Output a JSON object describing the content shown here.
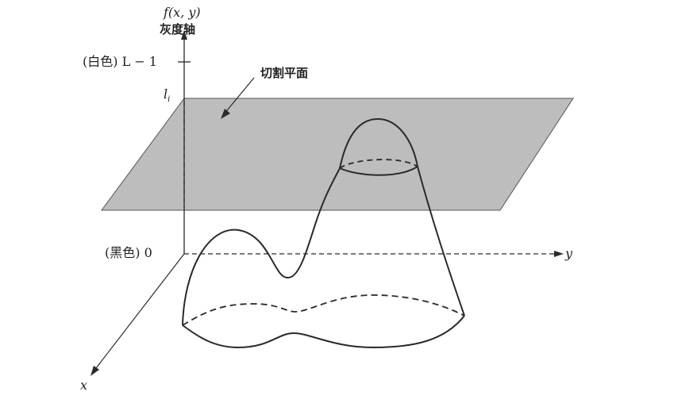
{
  "axis": {
    "vertical_label": "f(x, y)",
    "vertical_caption": "灰度轴",
    "y_label": "y",
    "x_label": "x"
  },
  "levels": {
    "white_marker": "(白色) L − 1",
    "threshold_marker": "l",
    "threshold_subscript": "i",
    "black_marker": "(黑色) 0"
  },
  "plane": {
    "label": "切割平面"
  },
  "colors": {
    "plane_fill": "#bdbdbd",
    "line": "#2a2a2a"
  }
}
